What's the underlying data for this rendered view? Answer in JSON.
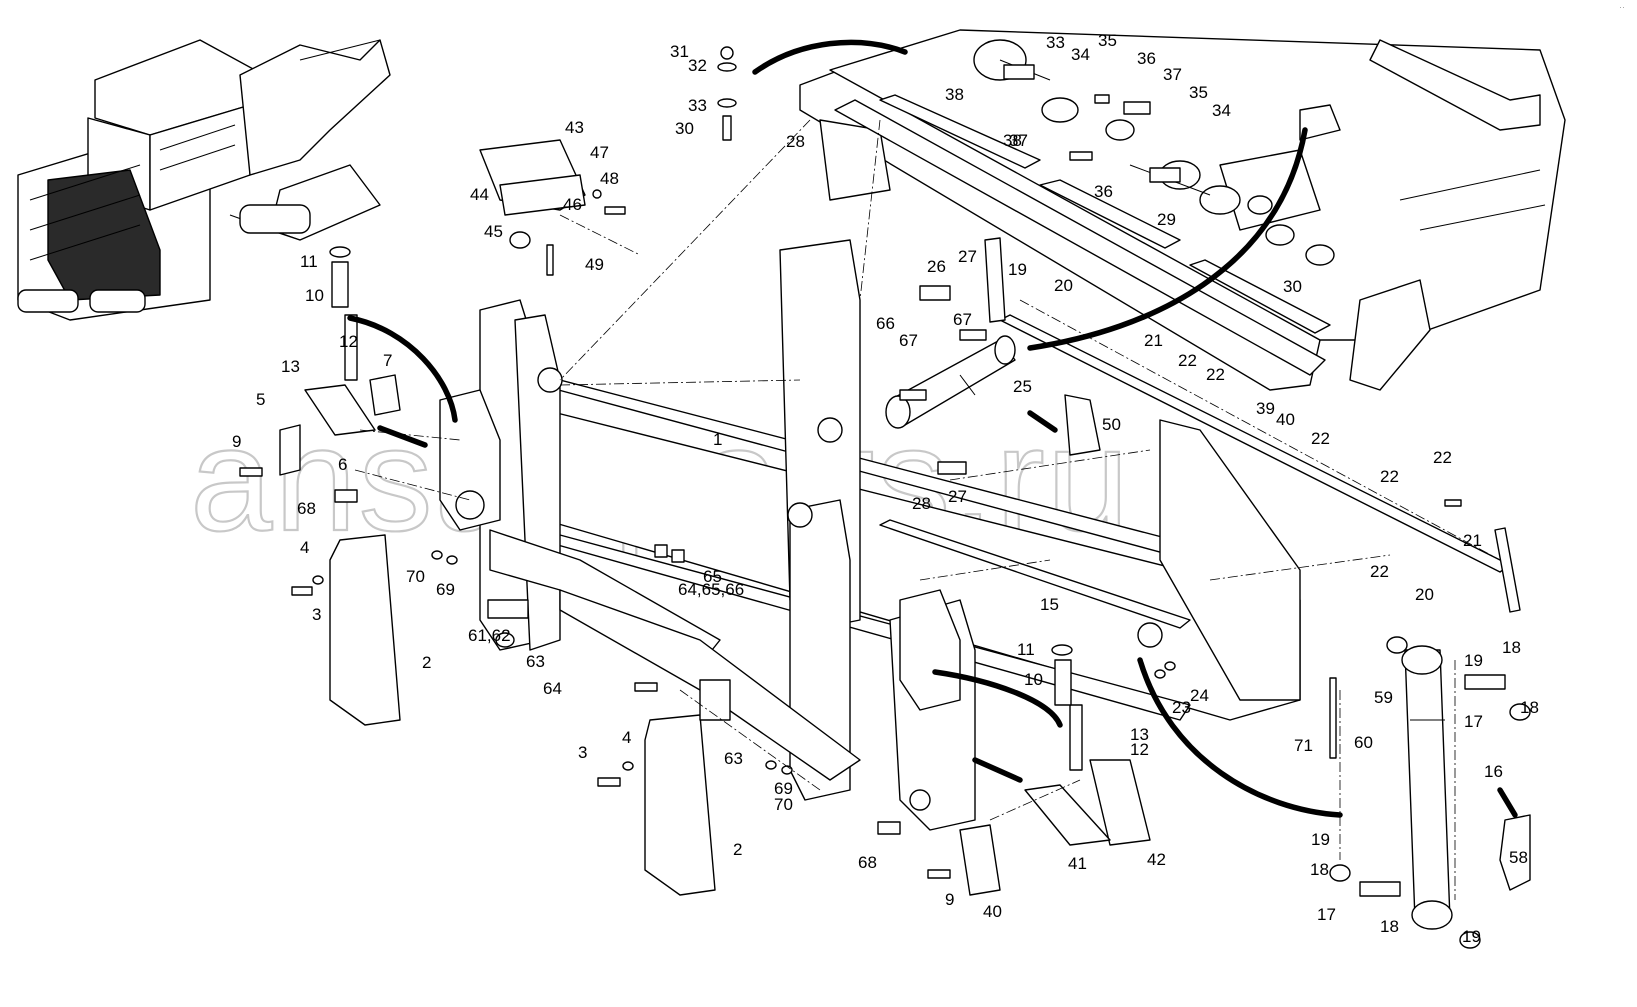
{
  "watermark": "ansat-parts.ru",
  "corner_mark": "··",
  "diagram": {
    "kind": "exploded parts diagram",
    "callouts": [
      "1",
      "2",
      "2",
      "3",
      "3",
      "4",
      "4",
      "5",
      "6",
      "7",
      "9",
      "9",
      "10",
      "10",
      "11",
      "11",
      "12",
      "12",
      "13",
      "13",
      "15",
      "16",
      "17",
      "17",
      "18",
      "18",
      "18",
      "18",
      "19",
      "19",
      "19",
      "19",
      "20",
      "20",
      "21",
      "21",
      "22",
      "22",
      "22",
      "22",
      "22",
      "22",
      "23",
      "24",
      "25",
      "26",
      "27",
      "27",
      "28",
      "28",
      "29",
      "30",
      "30",
      "31",
      "32",
      "33",
      "33",
      "34",
      "34",
      "35",
      "35",
      "36",
      "36",
      "37",
      "37",
      "38",
      "38",
      "39",
      "40",
      "40",
      "41",
      "42",
      "43",
      "44",
      "45",
      "46",
      "47",
      "48",
      "49",
      "50",
      "58",
      "59",
      "60",
      "61,62",
      "63",
      "63",
      "64",
      "64,65,66",
      "65",
      "66",
      "67",
      "67",
      "68",
      "68",
      "69",
      "69",
      "70",
      "70",
      "71"
    ]
  }
}
